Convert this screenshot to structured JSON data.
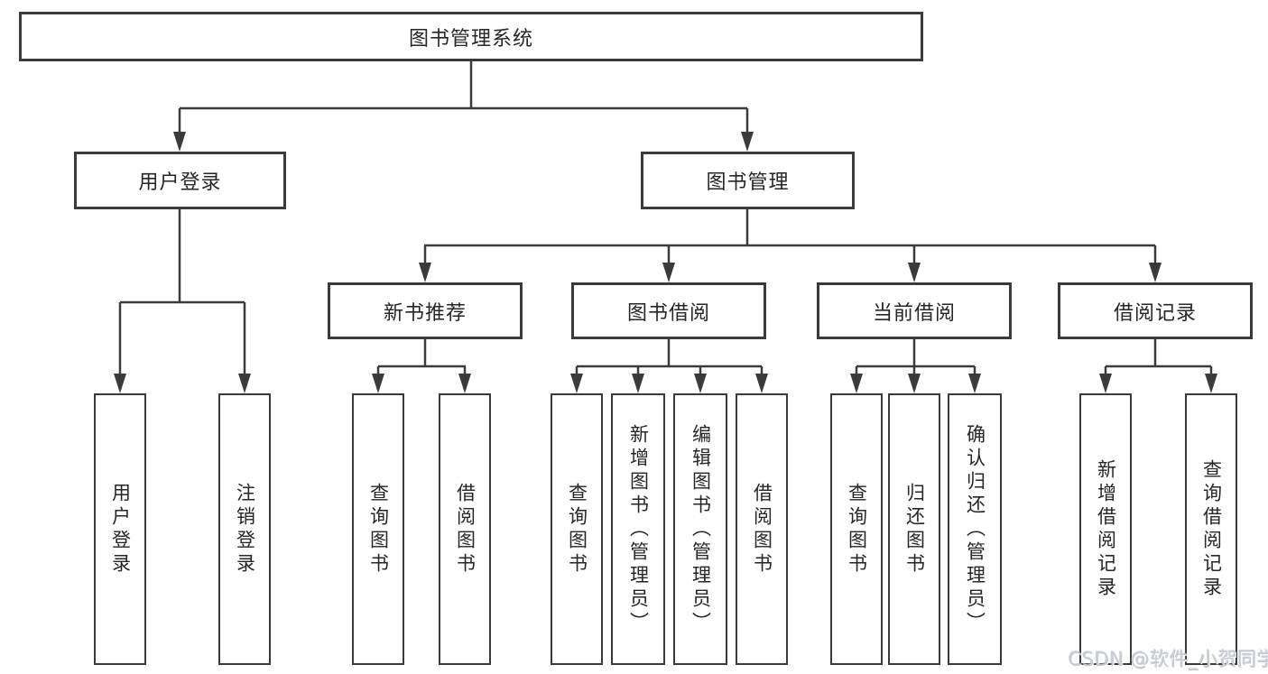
{
  "diagram": {
    "title": "图书管理系统",
    "watermark": "CSDN @软件_小贺同学",
    "colors": {
      "line": "#3b3b3b",
      "box_border": "#3a3a3a",
      "text": "#262626",
      "watermark": "#c6cbd5",
      "background": "#ffffff"
    },
    "nodes": {
      "root": {
        "label": "图书管理系统"
      },
      "user_login": {
        "label": "用户登录"
      },
      "book_management": {
        "label": "图书管理"
      },
      "new_book_recommend": {
        "label": "新书推荐"
      },
      "book_borrowing": {
        "label": "图书借阅"
      },
      "current_borrowing": {
        "label": "当前借阅"
      },
      "borrowing_records": {
        "label": "借阅记录"
      },
      "leaf_user_login": {
        "label": "用户登录"
      },
      "leaf_logout": {
        "label": "注销登录"
      },
      "leaf_query_book_recommend": {
        "label": "查询图书"
      },
      "leaf_borrow_book_recommend": {
        "label": "借阅图书"
      },
      "leaf_query_book_borrowing": {
        "label": "查询图书"
      },
      "leaf_add_book_admin": {
        "label": "新增图书（管理员）"
      },
      "leaf_edit_book_admin": {
        "label": "编辑图书（管理员）"
      },
      "leaf_borrow_book_borrowing": {
        "label": "借阅图书"
      },
      "leaf_query_book_current": {
        "label": "查询图书"
      },
      "leaf_return_book": {
        "label": "归还图书"
      },
      "leaf_confirm_return_admin": {
        "label": "确认归还（管理员）"
      },
      "leaf_add_borrow_record": {
        "label": "新增借阅记录"
      },
      "leaf_query_borrow_record": {
        "label": "查询借阅记录"
      }
    },
    "edges": [
      {
        "from": "root",
        "to": "user_login"
      },
      {
        "from": "root",
        "to": "book_management"
      },
      {
        "from": "user_login",
        "to": "leaf_user_login"
      },
      {
        "from": "user_login",
        "to": "leaf_logout"
      },
      {
        "from": "book_management",
        "to": "new_book_recommend"
      },
      {
        "from": "book_management",
        "to": "book_borrowing"
      },
      {
        "from": "book_management",
        "to": "current_borrowing"
      },
      {
        "from": "book_management",
        "to": "borrowing_records"
      },
      {
        "from": "new_book_recommend",
        "to": "leaf_query_book_recommend"
      },
      {
        "from": "new_book_recommend",
        "to": "leaf_borrow_book_recommend"
      },
      {
        "from": "book_borrowing",
        "to": "leaf_query_book_borrowing"
      },
      {
        "from": "book_borrowing",
        "to": "leaf_add_book_admin"
      },
      {
        "from": "book_borrowing",
        "to": "leaf_edit_book_admin"
      },
      {
        "from": "book_borrowing",
        "to": "leaf_borrow_book_borrowing"
      },
      {
        "from": "current_borrowing",
        "to": "leaf_query_book_current"
      },
      {
        "from": "current_borrowing",
        "to": "leaf_return_book"
      },
      {
        "from": "current_borrowing",
        "to": "leaf_confirm_return_admin"
      },
      {
        "from": "borrowing_records",
        "to": "leaf_add_borrow_record"
      },
      {
        "from": "borrowing_records",
        "to": "leaf_query_borrow_record"
      }
    ]
  }
}
